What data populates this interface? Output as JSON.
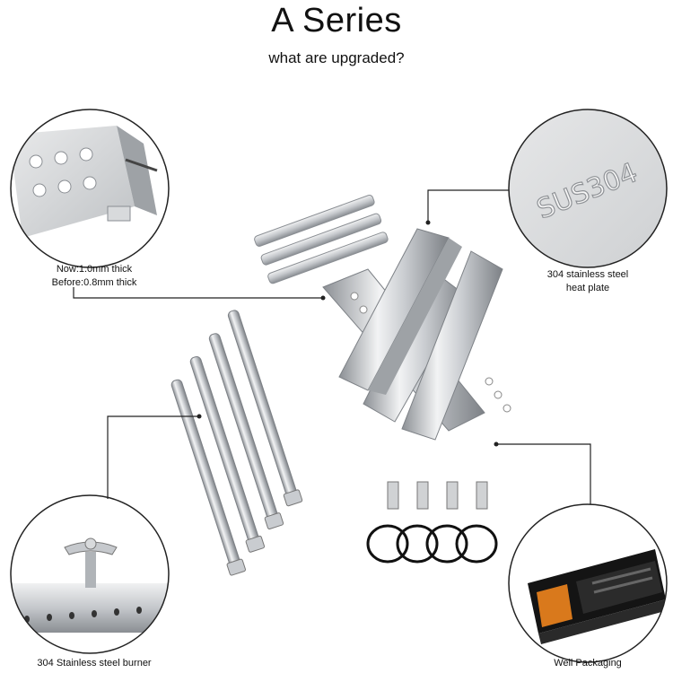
{
  "header": {
    "title": "A Series",
    "subtitle": "what are upgraded?"
  },
  "callouts": {
    "heat_plate_thickness": {
      "line1": "Now:1.0mm thick",
      "line2": "Before:0.8mm thick"
    },
    "steel_plate": {
      "stamp_text": "SUS304",
      "line1": "304 stainless steel",
      "line2": "heat plate"
    },
    "burner": {
      "line1": "304 Stainless steel burner"
    },
    "packaging": {
      "line1": "Well Packaging"
    }
  },
  "colors": {
    "steel_light": "#e6e8ea",
    "steel_mid": "#b9bdc1",
    "steel_dark": "#7d8186",
    "line": "#222222",
    "box_black": "#141414",
    "box_orange": "#d9791c"
  }
}
